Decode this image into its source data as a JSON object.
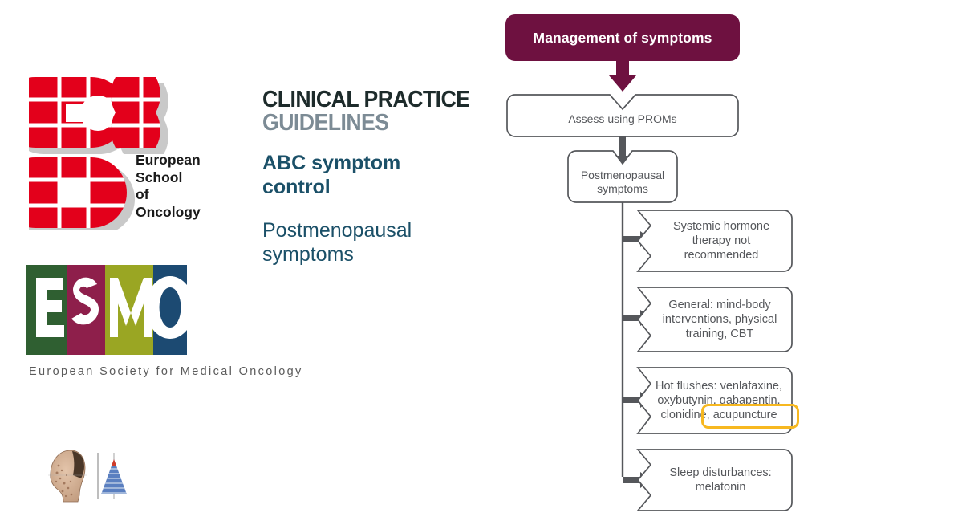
{
  "page": {
    "background": "#ffffff",
    "accent_maroon": "#6e1140",
    "accent_teal": "#1b5068",
    "highlight_amber": "#f7b820",
    "node_stroke": "#55575b"
  },
  "eso_logo": {
    "name": "european-school-of-oncology-logo",
    "mark_color": "#e3001b",
    "shadow_color": "#c9c9c9",
    "words": [
      "European",
      "School",
      "of",
      "Oncology"
    ]
  },
  "esmo_logo": {
    "name": "esmo-logo",
    "letters": [
      {
        "char": "E",
        "color": "#2f5f31"
      },
      {
        "char": "S",
        "color": "#8e1f4b"
      },
      {
        "char": "M",
        "color": "#9aa623"
      },
      {
        "char": "O",
        "color": "#1c4a72"
      }
    ],
    "subtitle": "European Society for Medical Oncology"
  },
  "headline": {
    "cpg_line1": "CLINICAL PRACTICE",
    "cpg_line2": "GUIDELINES",
    "title": "ABC symptom control",
    "subtitle": "Postmenopausal symptoms"
  },
  "thumbnails": [
    {
      "name": "anatomical-head-thumbnail",
      "label": "head illustration"
    },
    {
      "name": "pyramid-chart-thumbnail",
      "label": "pyramid chart"
    }
  ],
  "flowchart": {
    "header": "Management of symptoms",
    "steps": [
      {
        "id": "assess",
        "label": "Assess using PROMs"
      },
      {
        "id": "postmenopausal",
        "label": "Postmenopausal symptoms"
      }
    ],
    "branches": [
      {
        "id": "branch-hormone",
        "label": "Systemic hormone therapy not recommended"
      },
      {
        "id": "branch-general",
        "label": "General: mind-body interventions, physical training, CBT"
      },
      {
        "id": "branch-hot-flushes",
        "label": "Hot flushes: venlafaxine, oxybutynin, gabapentin, clonidine, acupuncture"
      },
      {
        "id": "branch-sleep",
        "label": "Sleep disturbances: melatonin"
      }
    ],
    "highlight": {
      "term": "acupuncture",
      "color": "#f7b820"
    }
  }
}
